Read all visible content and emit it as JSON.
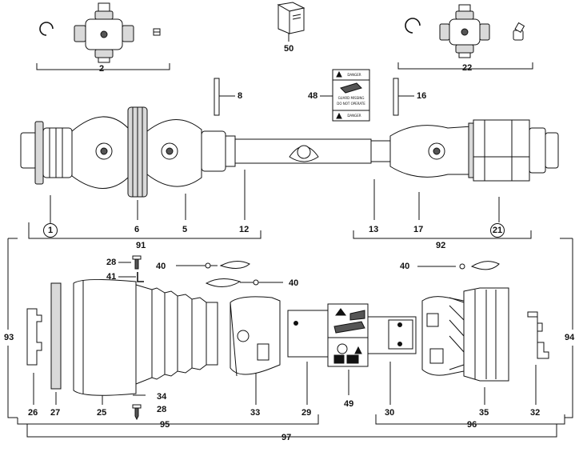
{
  "callouts": {
    "c1": "1",
    "c2": "2",
    "c5": "5",
    "c6": "6",
    "c8": "8",
    "c12": "12",
    "c13": "13",
    "c16": "16",
    "c17": "17",
    "c21": "21",
    "c22": "22",
    "c25": "25",
    "c26": "26",
    "c27": "27",
    "c28a": "28",
    "c28b": "28",
    "c29": "29",
    "c30": "30",
    "c32": "32",
    "c33": "33",
    "c34": "34",
    "c35": "35",
    "c40a": "40",
    "c40b": "40",
    "c40c": "40",
    "c41": "41",
    "c48": "48",
    "c49": "49",
    "c50": "50",
    "c91": "91",
    "c92": "92",
    "c93": "93",
    "c94": "94",
    "c95": "95",
    "c96": "96",
    "c97": "97"
  },
  "decal": {
    "line1": "DANGER",
    "line2": "GUARD MISSING",
    "line3": "DO NOT OPERATE",
    "line4": "DANGER"
  },
  "colors": {
    "ink": "#111111",
    "part_fill": "#ffffff",
    "shade": "#d9d9d9",
    "dark": "#555555"
  }
}
